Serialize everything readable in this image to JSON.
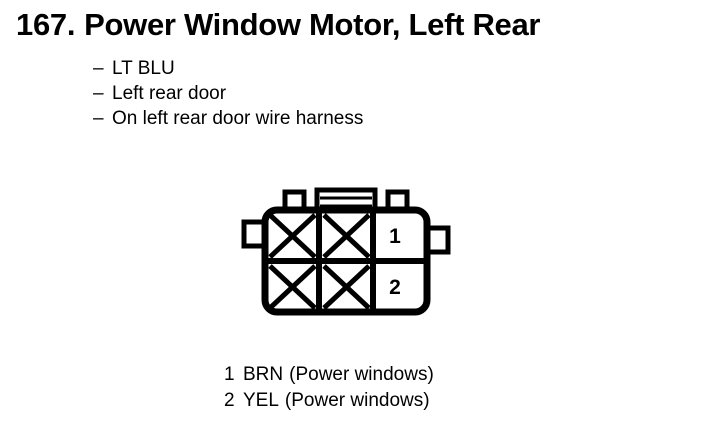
{
  "page": {
    "title_number": "167.",
    "title_text": "Power Window Motor, Left Rear"
  },
  "description": {
    "dash": "–",
    "items": [
      {
        "text": "LT BLU"
      },
      {
        "text": "Left rear door"
      },
      {
        "text": "On left rear door wire harness"
      }
    ]
  },
  "connector": {
    "name": "2-cavity connector face view",
    "stroke_color": "#000000",
    "fill_color": "#ffffff",
    "cavities": [
      {
        "id": "1",
        "label": "1",
        "blocked": false
      },
      {
        "id": "2",
        "label": "2",
        "blocked": false
      }
    ],
    "blocked_cavities_count": 4,
    "top_tabs": 3,
    "side_tabs": 2
  },
  "legend": {
    "rows": [
      {
        "pin": "1",
        "color": "BRN",
        "circuit": "(Power windows)"
      },
      {
        "pin": "2",
        "color": "YEL",
        "circuit": "(Power windows)"
      }
    ]
  }
}
